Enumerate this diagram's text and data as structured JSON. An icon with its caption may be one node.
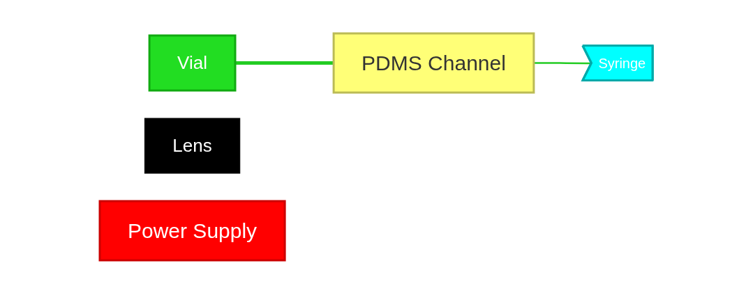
{
  "diagram": {
    "nodes": [
      {
        "text": [
          "Vial"
        ]
      },
      {
        "text": [
          "PDMS Channel"
        ]
      },
      {
        "text": [
          "Lens"
        ]
      },
      {
        "text": [
          "Syringe"
        ]
      },
      {
        "text": [
          "Power Supply"
        ]
      }
    ],
    "edges": [
      {
        "from": 0,
        "to": 1,
        "arrow": "none",
        "style": "thick"
      },
      {
        "from": 1,
        "to": 3,
        "arrow": "none"
      }
    ]
  }
}
